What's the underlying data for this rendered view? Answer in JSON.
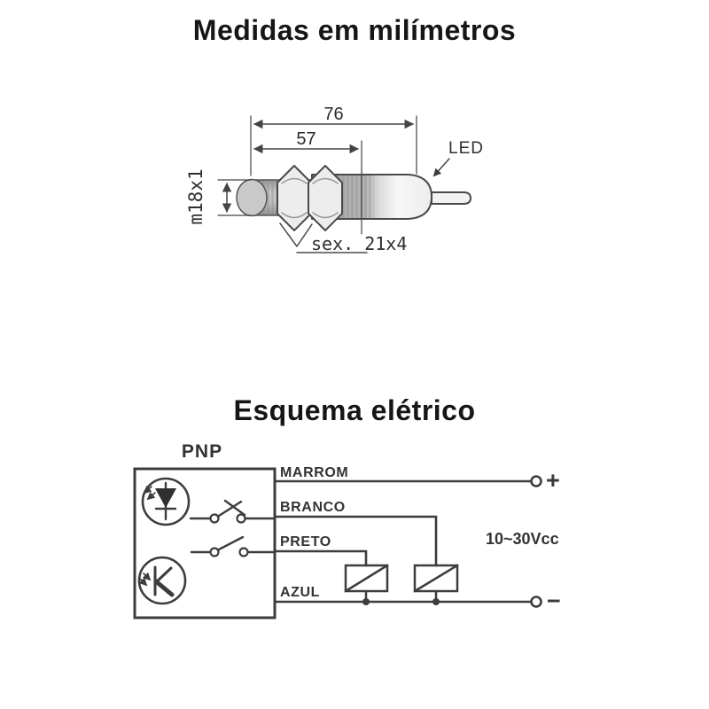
{
  "colors": {
    "background": "#ffffff",
    "line": "#3d3d3d",
    "text": "#262626",
    "barrel_gray": "#b0b0b0",
    "face_gray": "#c9c9c9",
    "housing_white": "#f6f6f6"
  },
  "dimensions_diagram": {
    "title": "Medidas em milímetros",
    "length_total_mm": "76",
    "length_thread_mm": "57",
    "thread_spec": "m18x1",
    "hex_spec": "sex. 21x4",
    "led_label": "LED"
  },
  "electrical_diagram": {
    "title": "Esquema elétrico",
    "output_type": "PNP",
    "wires": [
      {
        "label": "MARROM"
      },
      {
        "label": "BRANCO"
      },
      {
        "label": "PRETO"
      },
      {
        "label": "AZUL"
      }
    ],
    "supply_voltage": "10~30Vcc",
    "plus_terminal": "+",
    "minus_terminal": "−"
  }
}
